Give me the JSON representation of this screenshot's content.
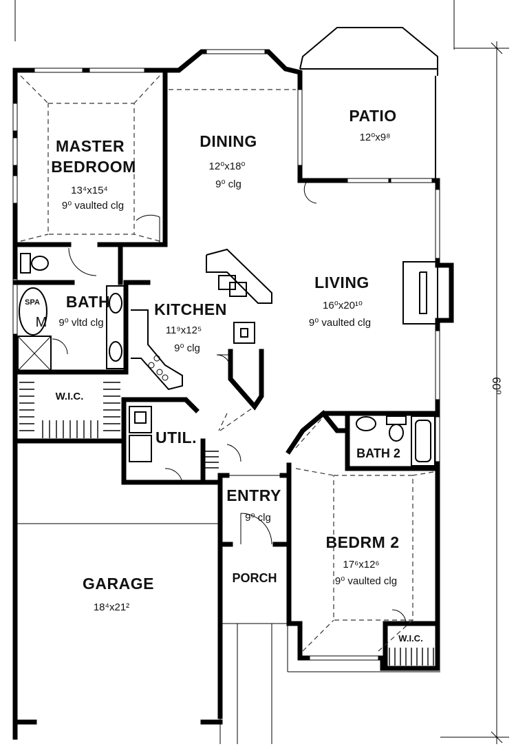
{
  "plan": {
    "overall_dimension": "60⁰",
    "rooms": {
      "master": {
        "name_line1": "MASTER",
        "name_line2": "BEDROOM",
        "size": "13⁴x15⁴",
        "ceiling": "9⁰ vaulted clg"
      },
      "dining": {
        "name": "DINING",
        "size": "12⁰x18⁰",
        "ceiling": "9⁰ clg"
      },
      "patio": {
        "name": "PATIO",
        "size": "12⁰x9⁸"
      },
      "living": {
        "name": "LIVING",
        "size": "16⁰x20¹⁰",
        "ceiling": "9⁰ vaulted clg"
      },
      "bath": {
        "name": "BATH",
        "ceiling": "9⁰ vltd clg",
        "spa_label": "SPA",
        "spa_mark": "M"
      },
      "kitchen": {
        "name": "KITCHEN",
        "size": "11⁹x12⁵",
        "ceiling": "9⁰ clg"
      },
      "wic_master": {
        "name": "W.I.C."
      },
      "util": {
        "name": "UTIL."
      },
      "bath2": {
        "name": "BATH 2"
      },
      "entry": {
        "name": "ENTRY",
        "ceiling": "9⁰ clg"
      },
      "bedroom2": {
        "name": "BEDRM 2",
        "size": "17⁶x12⁶",
        "ceiling": "9⁰ vaulted clg"
      },
      "wic2": {
        "name": "W.I.C."
      },
      "porch": {
        "name": "PORCH"
      },
      "garage": {
        "name": "GARAGE",
        "size": "18⁴x21²"
      }
    }
  }
}
